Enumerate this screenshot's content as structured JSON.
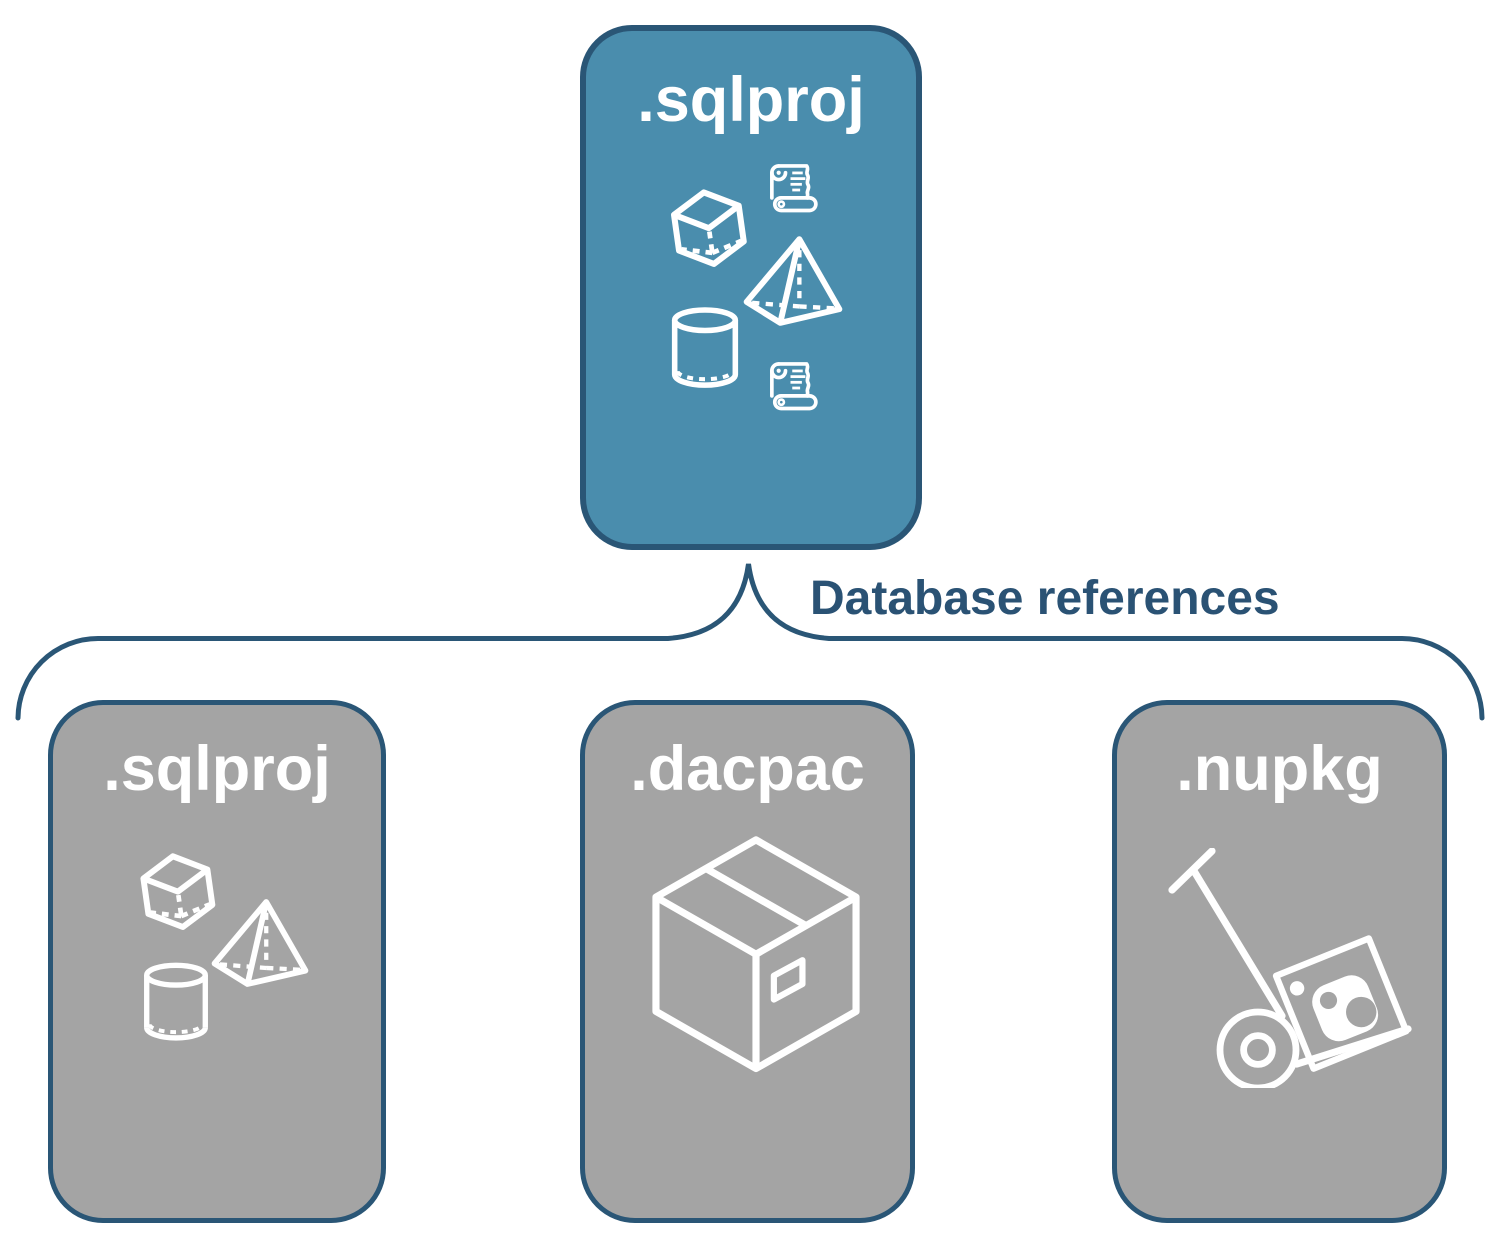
{
  "diagram": {
    "background_color": "#ffffff",
    "root_node": {
      "label": ".sqlproj",
      "fill": "#4a8dad",
      "border_color": "#2a5676",
      "icons": [
        "cube-icon",
        "scroll-icon",
        "pyramid-icon",
        "cylinder-icon",
        "scroll-icon"
      ]
    },
    "connector": {
      "label": "Database references",
      "line_color": "#2a5676",
      "label_color": "#2a5274"
    },
    "child_nodes": [
      {
        "label": ".sqlproj",
        "fill": "#a4a4a4",
        "border_color": "#2a5676",
        "icons": [
          "cube-icon",
          "pyramid-icon",
          "cylinder-icon"
        ]
      },
      {
        "label": ".dacpac",
        "fill": "#a4a4a4",
        "border_color": "#2a5676",
        "icons": [
          "package-box-icon"
        ]
      },
      {
        "label": ".nupkg",
        "fill": "#a4a4a4",
        "border_color": "#2a5676",
        "icons": [
          "hand-truck-nuget-icon"
        ]
      }
    ],
    "icon_color": "#ffffff"
  }
}
